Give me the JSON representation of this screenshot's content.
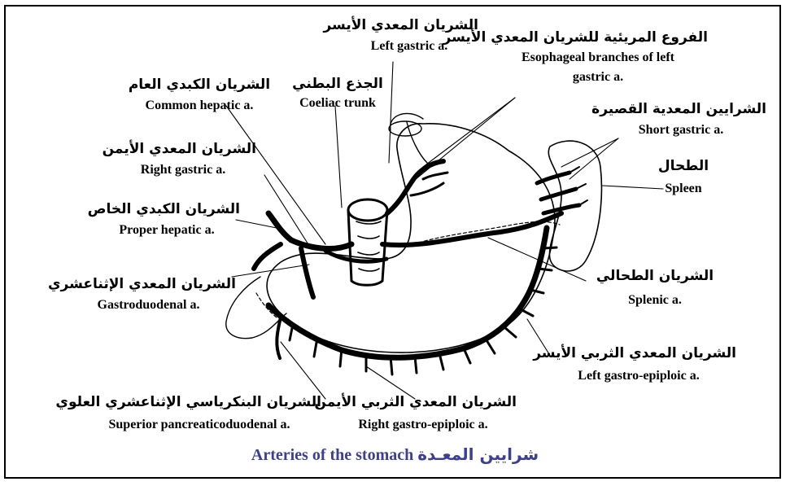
{
  "labels": {
    "left_gastric": {
      "ar": "الشريان المعدي الأيسر",
      "en": "Left gastric a."
    },
    "esophageal": {
      "ar": "الفروع المريئية للشريان المعدي الأيسر",
      "en": "Esophageal branches of left",
      "en2": "gastric a."
    },
    "coeliac": {
      "ar": "الجذع البطني",
      "en": "Coeliac trunk"
    },
    "common_hepatic": {
      "ar": "الشريان الكبدي العام",
      "en": "Common hepatic a."
    },
    "short_gastric": {
      "ar": "الشرايين المعدية القصيرة",
      "en": "Short gastric a."
    },
    "right_gastric": {
      "ar": "الشريان المعدي الأيمن",
      "en": "Right gastric a."
    },
    "spleen": {
      "ar": "الطحال",
      "en": "Spleen"
    },
    "proper_hepatic": {
      "ar": "الشريان الكبدي الخاص",
      "en": "Proper hepatic a."
    },
    "splenic": {
      "ar": "الشريان الطحالي",
      "en": "Splenic a."
    },
    "gastroduodenal": {
      "ar": "الشريان المعدي الإثناعشري",
      "en": "Gastroduodenal a."
    },
    "left_gastro_epiploic": {
      "ar": "الشريان المعدي الثربي الأيسر",
      "en": "Left gastro-epiploic a."
    },
    "sup_pancreatico": {
      "ar": "الشريان البنكرياسي الإثناعشري العلوي",
      "en": "Superior pancreaticoduodenal a."
    },
    "right_gastro_epiploic": {
      "ar": "الشريان المعدي الثربي الأيمن",
      "en": "Right gastro-epiploic a."
    }
  },
  "caption": {
    "en": "Arteries of the stomach",
    "ar": "شرايين المعـدة"
  },
  "colors": {
    "caption": "#3c3f93",
    "ink": "#000000"
  }
}
